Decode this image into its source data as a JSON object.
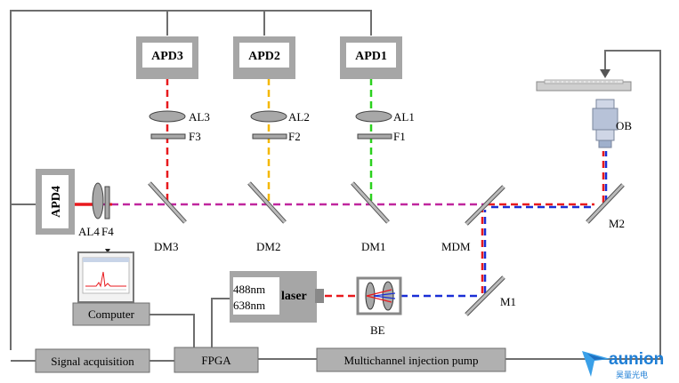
{
  "detectors": {
    "apd1": "APD1",
    "apd2": "APD2",
    "apd3": "APD3",
    "apd4": "APD4"
  },
  "optics": {
    "al1": "AL1",
    "al2": "AL2",
    "al3": "AL3",
    "al4": "AL4",
    "f1": "F1",
    "f2": "F2",
    "f3": "F3",
    "f4": "F4",
    "dm1": "DM1",
    "dm2": "DM2",
    "dm3": "DM3",
    "mdm": "MDM",
    "m1": "M1",
    "m2": "M2",
    "ob": "OB",
    "be": "BE"
  },
  "laser": {
    "wavelength1": "488nm",
    "wavelength2": "638nm",
    "label": "laser"
  },
  "blocks": {
    "computer": "Computer",
    "fpga": "FPGA",
    "signal_acquisition": "Signal acquisition",
    "pump": "Multichannel injection pump"
  },
  "watermark": {
    "brand": "aunion",
    "subtitle": "昊量光电"
  },
  "colors": {
    "red": "#e8191d",
    "blue": "#1a2fd6",
    "green": "#2bd11e",
    "yellow": "#f5b800",
    "magenta": "#c0269e",
    "box_gray": "#a6a6a6",
    "line_gray": "#707070"
  }
}
